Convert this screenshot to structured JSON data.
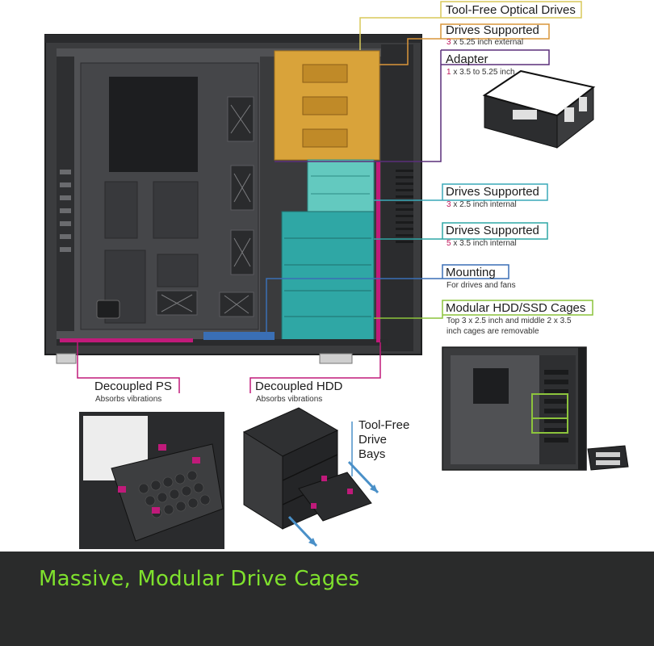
{
  "callouts": {
    "tool_free_optical": {
      "title": "Tool-Free Optical Drives"
    },
    "drives_525": {
      "title": "Drives Supported",
      "num": "3",
      "text": " x 5.25 inch external"
    },
    "adapter": {
      "title": "Adapter",
      "num": "1",
      "text": " x 3.5 to 5.25 inch"
    },
    "drives_25": {
      "title": "Drives Supported",
      "num": "3",
      "text": " x 2.5 inch internal"
    },
    "drives_35": {
      "title": "Drives Supported",
      "num": "5",
      "text": " x 3.5 inch internal"
    },
    "mounting": {
      "title": "Mounting",
      "sub": "For drives and fans"
    },
    "modular": {
      "title": "Modular HDD/SSD Cages",
      "sub_line1": "Top 3 x 2.5 inch and middle 2 x 3.5",
      "sub_line2": "inch cages are removable"
    },
    "decoupled_ps": {
      "title": "Decoupled PS",
      "sub": "Absorbs vibrations"
    },
    "decoupled_hdd": {
      "title": "Decoupled HDD",
      "sub": "Absorbs vibrations"
    },
    "tool_free_bays": {
      "line1": "Tool-Free",
      "line2": "Drive",
      "line3": "Bays"
    }
  },
  "footer": {
    "title": "Massive, Modular Drive Cages"
  },
  "colors": {
    "optical": "#d9a33a",
    "optical_line": "#d8c95a",
    "orange_line": "#d9953a",
    "purple_line": "#5a2f7a",
    "teal": "#2fa7a5",
    "teal_line": "#3aa9b8",
    "blue_line": "#3a6fb5",
    "green_line": "#8cc43c",
    "magenta": "#c01a7a",
    "footer_bg": "#2a2b2b",
    "footer_text": "#7fe12d"
  }
}
